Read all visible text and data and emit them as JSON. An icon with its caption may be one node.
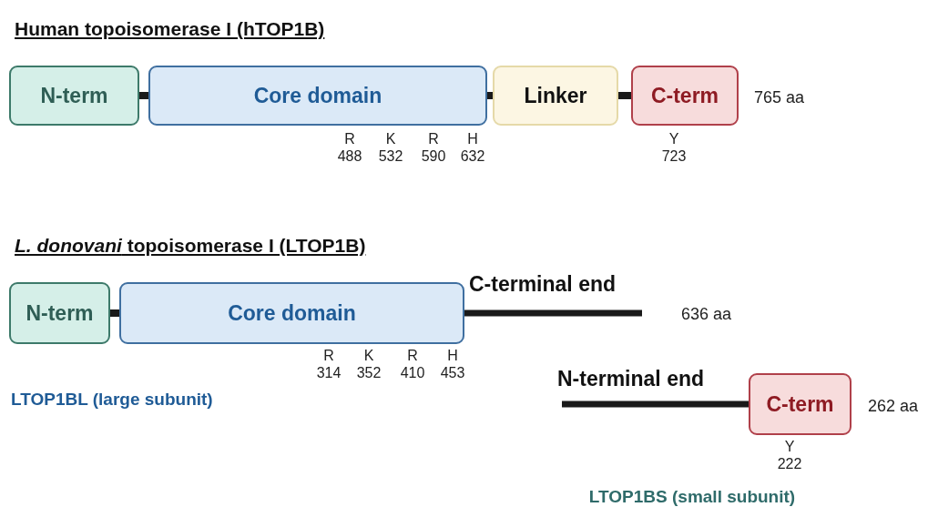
{
  "diagram": {
    "nodes": [
      {
        "text": [
          "N-term"
        ]
      },
      {
        "text": [
          "Core domain"
        ]
      },
      {
        "text": [
          "Linker"
        ]
      },
      {
        "text": [
          "C-term"
        ]
      },
      {
        "text": [
          "N-term"
        ]
      },
      {
        "text": [
          "Core domain"
        ]
      },
      {
        "text": [
          "C-term"
        ]
      }
    ],
    "edges": [
      {
        "from": 0,
        "to": 1,
        "arrow": "none"
      },
      {
        "from": 1,
        "to": 2,
        "arrow": "none"
      },
      {
        "from": 2,
        "to": 3,
        "arrow": "none"
      },
      {
        "from": 4,
        "to": 5,
        "arrow": "none"
      },
      {
        "from": 5,
        "to": null,
        "arrow": "none",
        "label": "C-terminal end"
      },
      {
        "from": null,
        "to": 6,
        "arrow": "none",
        "label": "N-terminal end"
      }
    ],
    "labels": [
      "Human topoisomerase I (hTOP1B)",
      "765 aa",
      "R",
      "488",
      "K",
      "532",
      "R",
      "590",
      "H",
      "632",
      "Y",
      "723",
      "*L. donovani* topoisomerase I (LTOP1B)",
      "636 aa",
      "R",
      "314",
      "K",
      "352",
      "R",
      "410",
      "H",
      "453",
      "LTOP1BL (large subunit)",
      "262 aa",
      "Y",
      "222",
      "LTOP1BS (small subunit)"
    ]
  }
}
